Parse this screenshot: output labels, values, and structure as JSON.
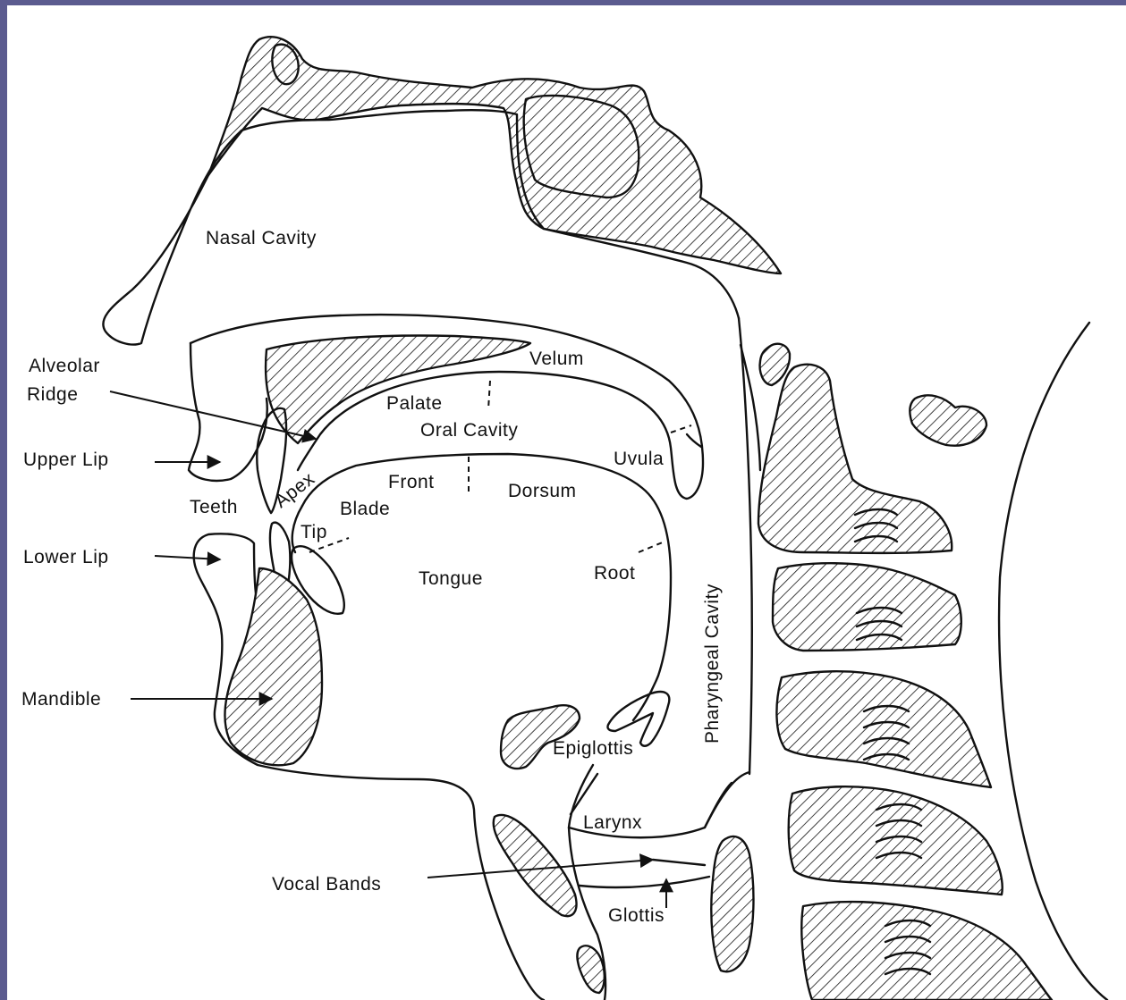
{
  "diagram": {
    "labels": {
      "nasal_cavity": "Nasal Cavity",
      "alveolar_ridge_1": "Alveolar",
      "alveolar_ridge_2": "Ridge",
      "upper_lip": "Upper Lip",
      "teeth": "Teeth",
      "lower_lip": "Lower Lip",
      "mandible": "Mandible",
      "velum": "Velum",
      "palate": "Palate",
      "oral_cavity": "Oral Cavity",
      "uvula": "Uvula",
      "apex": "Apex",
      "blade": "Blade",
      "front": "Front",
      "dorsum": "Dorsum",
      "tip": "Tip",
      "tongue": "Tongue",
      "root": "Root",
      "pharyngeal_cavity": "Pharyngeal Cavity",
      "epiglottis": "Epiglottis",
      "larynx": "Larynx",
      "vocal_bands": "Vocal Bands",
      "glottis": "Glottis"
    }
  }
}
